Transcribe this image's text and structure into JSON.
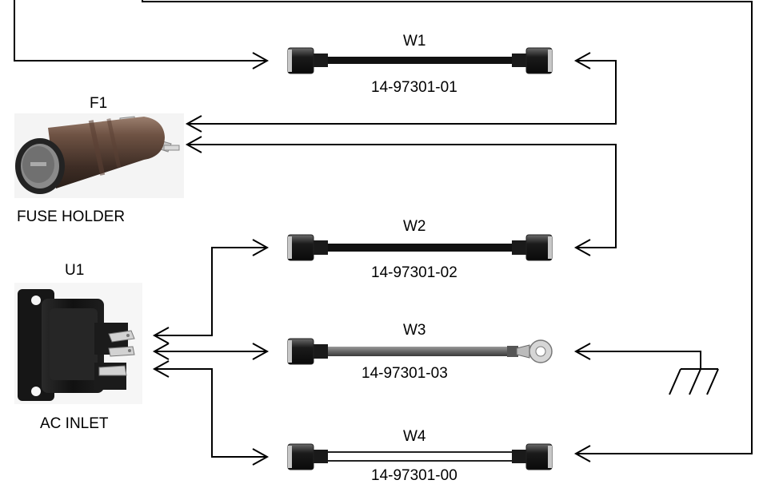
{
  "components": {
    "fuse": {
      "ref": "F1",
      "name": "FUSE HOLDER"
    },
    "inlet": {
      "ref": "U1",
      "name": "AC INLET"
    }
  },
  "cables": [
    {
      "ref": "W1",
      "part": "14-97301-01"
    },
    {
      "ref": "W2",
      "part": "14-97301-02"
    },
    {
      "ref": "W3",
      "part": "14-97301-03"
    },
    {
      "ref": "W4",
      "part": "14-97301-00"
    }
  ]
}
